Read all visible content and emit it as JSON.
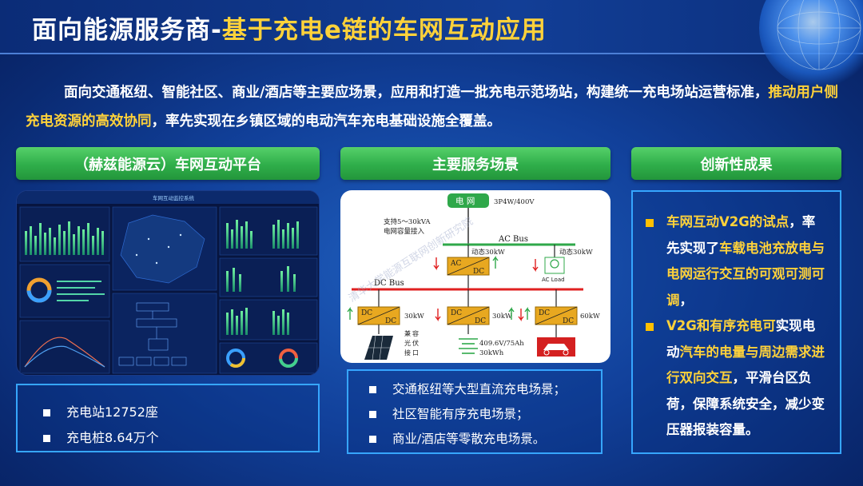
{
  "title": {
    "prefix": "面向能源服务商-",
    "highlight": "基于充电e链的车网互动应用"
  },
  "intro": {
    "part1": "面向交通枢纽、智能社区、商业/酒店等主要应场景，应用和打造一批充电示范场站，构建统一充电场站运营标准，",
    "highlight": "推动用户侧充电资源的高效协同",
    "part2": "，率先实现在乡镇区域的电动汽车充电基础设施全覆盖。"
  },
  "sections": {
    "platform": {
      "header": "（赫兹能源云）车网互动平台",
      "dashboard_title": "车网互动监控系统",
      "bullets": [
        "充电站12752座",
        "充电桩8.64万个"
      ]
    },
    "scenes": {
      "header": "主要服务场景",
      "bullets": [
        "交通枢纽等大型直流充电场景；",
        "社区智能有序充电场景；",
        "商业/酒店等零散充电场景。"
      ]
    },
    "results": {
      "header": "创新性成果"
    }
  },
  "results_items": [
    {
      "segments": [
        {
          "t": "车网互动V2G的试点",
          "y": true
        },
        {
          "t": "，率先实现了",
          "y": false
        },
        {
          "t": "车载电池充放电与电网运行交互的可观可测可调",
          "y": true
        },
        {
          "t": "，",
          "y": false
        }
      ]
    },
    {
      "segments": [
        {
          "t": "V2G和有序充电可",
          "y": true
        },
        {
          "t": "实现电动",
          "y": false
        },
        {
          "t": "汽车的电量与周边需求进行双向交互",
          "y": true
        },
        {
          "t": "，平滑台区负荷，保障系统安全，减少变压器报装容量。",
          "y": false
        }
      ]
    }
  ],
  "diagram": {
    "grid": "电 网",
    "grid_spec": "3P4W/400V",
    "support_note_1": "支持5～30kVA",
    "support_note_2": "电网容量接入",
    "ac_bus": "AC Bus",
    "dc_bus": "DC Bus",
    "dynamic_1": "动态30kW",
    "dynamic_2": "动态30kW",
    "ac_label": "AC",
    "dc_label": "DC",
    "ac_load": "AC Load",
    "pv_power": "30kW",
    "battery_power": "30kW",
    "ev_power": "60kW",
    "pv_note": [
      "兼",
      "容",
      "光",
      "伏",
      "接",
      "口"
    ],
    "battery_spec_1": "409.6V/75Ah",
    "battery_spec_2": "30kWh",
    "watermark": "清华大学能源互联网创新研究院"
  },
  "colors": {
    "accent": "#ffd23a",
    "green_header": "#2fae4a",
    "box_border": "#36a6ff",
    "ac_bus": "#2fa84a",
    "dc_bus": "#e02020"
  }
}
